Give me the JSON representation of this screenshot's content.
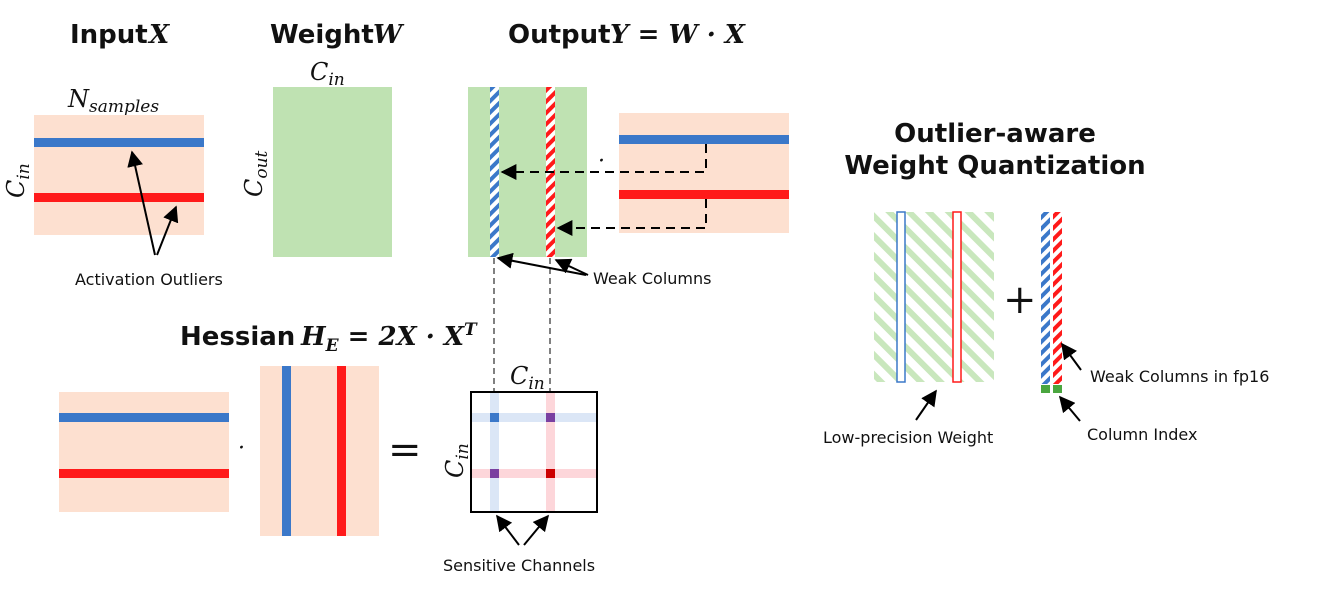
{
  "input": {
    "title": "Input",
    "var": "X",
    "dim_top": "N",
    "dim_top_sub": "samples",
    "dim_left": "C",
    "dim_left_sub": "in"
  },
  "weight": {
    "title": "Weight",
    "var": "W",
    "dim_top": "C",
    "dim_top_sub": "in",
    "dim_left": "C",
    "dim_left_sub": "out"
  },
  "output": {
    "title": "Output",
    "expr_lhs": "Y",
    "expr_rhs": "W · X"
  },
  "hessian": {
    "title": "Hessian",
    "lhs": "H",
    "lhs_sub": "E",
    "rhs": "2X · X",
    "rhs_sup": "T",
    "dim_top": "C",
    "dim_top_sub": "in",
    "dim_left": "C",
    "dim_left_sub": "in"
  },
  "operators": {
    "dot": "·",
    "equals": "=",
    "plus": "+"
  },
  "annotations": {
    "activation_outliers": "Activation Outliers",
    "weak_columns": "Weak Columns",
    "sensitive_channels": "Sensitive Channels",
    "low_precision_weight": "Low-precision Weight",
    "weak_columns_fp16": "Weak Columns in fp16",
    "column_index": "Column Index"
  },
  "outlier_section": {
    "title_line1": "Outlier-aware",
    "title_line2": "Weight Quantization"
  },
  "colors": {
    "activation_bg": "#fde0d0",
    "weight_bg": "#bfe2b2",
    "outlier_blue": "#3b78c9",
    "outlier_red": "#ff1a1a",
    "index_green": "#4aa63f",
    "overlap_purple": "#7a3fa0"
  }
}
